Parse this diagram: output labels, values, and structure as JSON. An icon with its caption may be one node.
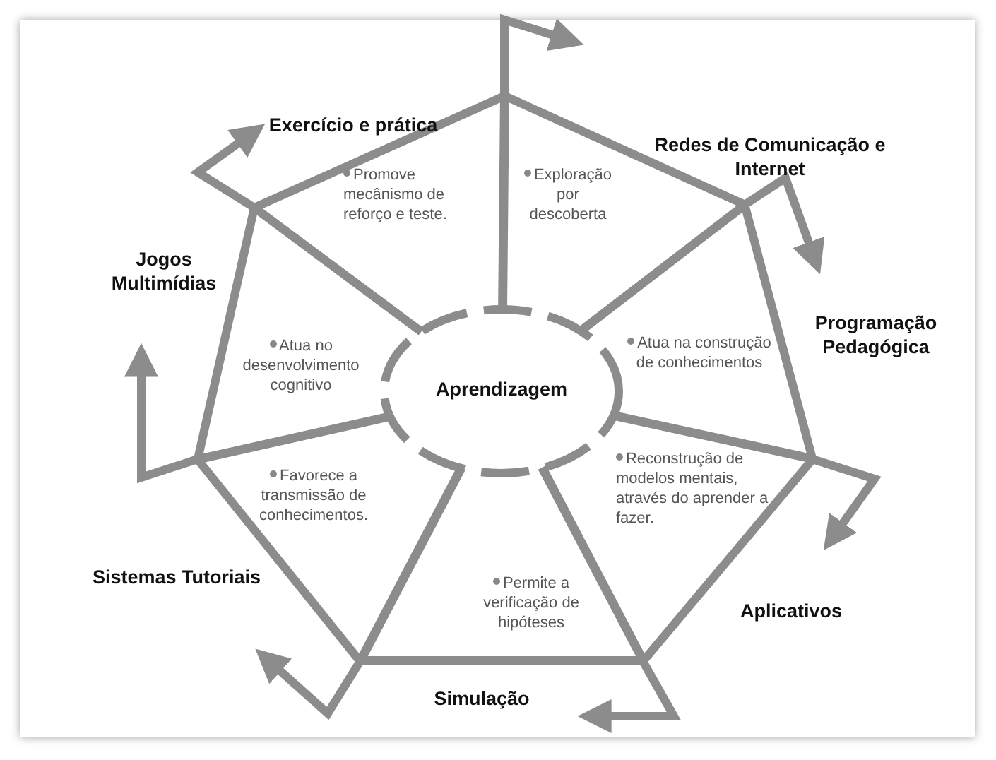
{
  "diagram": {
    "nodes": [
      {
        "text": [
          "Aprendizagem"
        ]
      },
      {
        "text": [
          "Exercício e prática",
          "Promove mecânismo de reforço e teste."
        ]
      },
      {
        "text": [
          "Redes de Comunicação e Internet",
          "Exploração por descoberta"
        ]
      },
      {
        "text": [
          "Atua na construção de conhecimentos",
          "Programação Pedagógica"
        ]
      },
      {
        "text": [
          "Reconstrução de modelos mentais, através do aprender a fazer.",
          "Aplicativos"
        ]
      },
      {
        "text": [
          "Permite a verificação de hipóteses",
          "Simulação"
        ]
      },
      {
        "text": [
          "Favorece a transmissão de conhecimentos.",
          "Sistemas Tutoriais"
        ]
      },
      {
        "text": [
          "Jogos Multimídias",
          "Atua no desenvolvimento cognitivo"
        ]
      }
    ],
    "edges": [
      {
        "from": 1,
        "to": 2,
        "arrow": "to"
      },
      {
        "from": 2,
        "to": 3,
        "arrow": "to"
      },
      {
        "from": 3,
        "to": 4,
        "arrow": "to"
      },
      {
        "from": 4,
        "to": 5,
        "arrow": "to"
      },
      {
        "from": 5,
        "to": 6,
        "arrow": "to"
      },
      {
        "from": 6,
        "to": 7,
        "arrow": "to"
      },
      {
        "from": 7,
        "to": 1,
        "arrow": "to"
      }
    ]
  }
}
